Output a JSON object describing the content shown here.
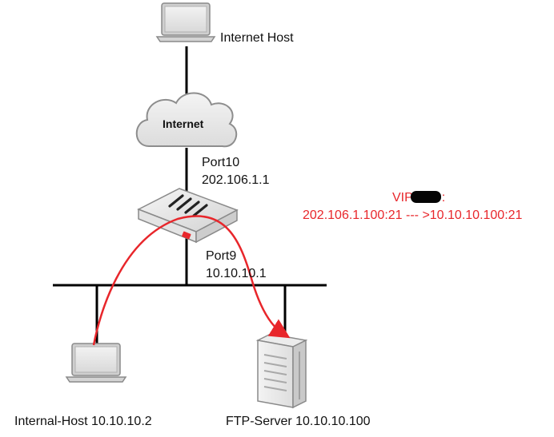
{
  "nodes": {
    "internet_host": {
      "label": "Internet Host"
    },
    "internet_cloud": {
      "label": "Internet"
    },
    "firewall": {
      "port_upper": {
        "name": "Port10",
        "ip": "202.106.1.1"
      },
      "port_lower": {
        "name": "Port9",
        "ip": "10.10.10.1"
      }
    },
    "internal_host": {
      "label": "Internal-Host 10.10.10.2"
    },
    "ftp_server": {
      "label": "FTP-Server 10.10.10.100"
    }
  },
  "vip": {
    "title_prefix": "VIP",
    "title_suffix": ":",
    "mapping": "202.106.1.100:21 --- >10.10.10.100:21"
  },
  "colors": {
    "line": "#000000",
    "traffic_path": "#e8262b",
    "vip_text": "#e8262b"
  }
}
